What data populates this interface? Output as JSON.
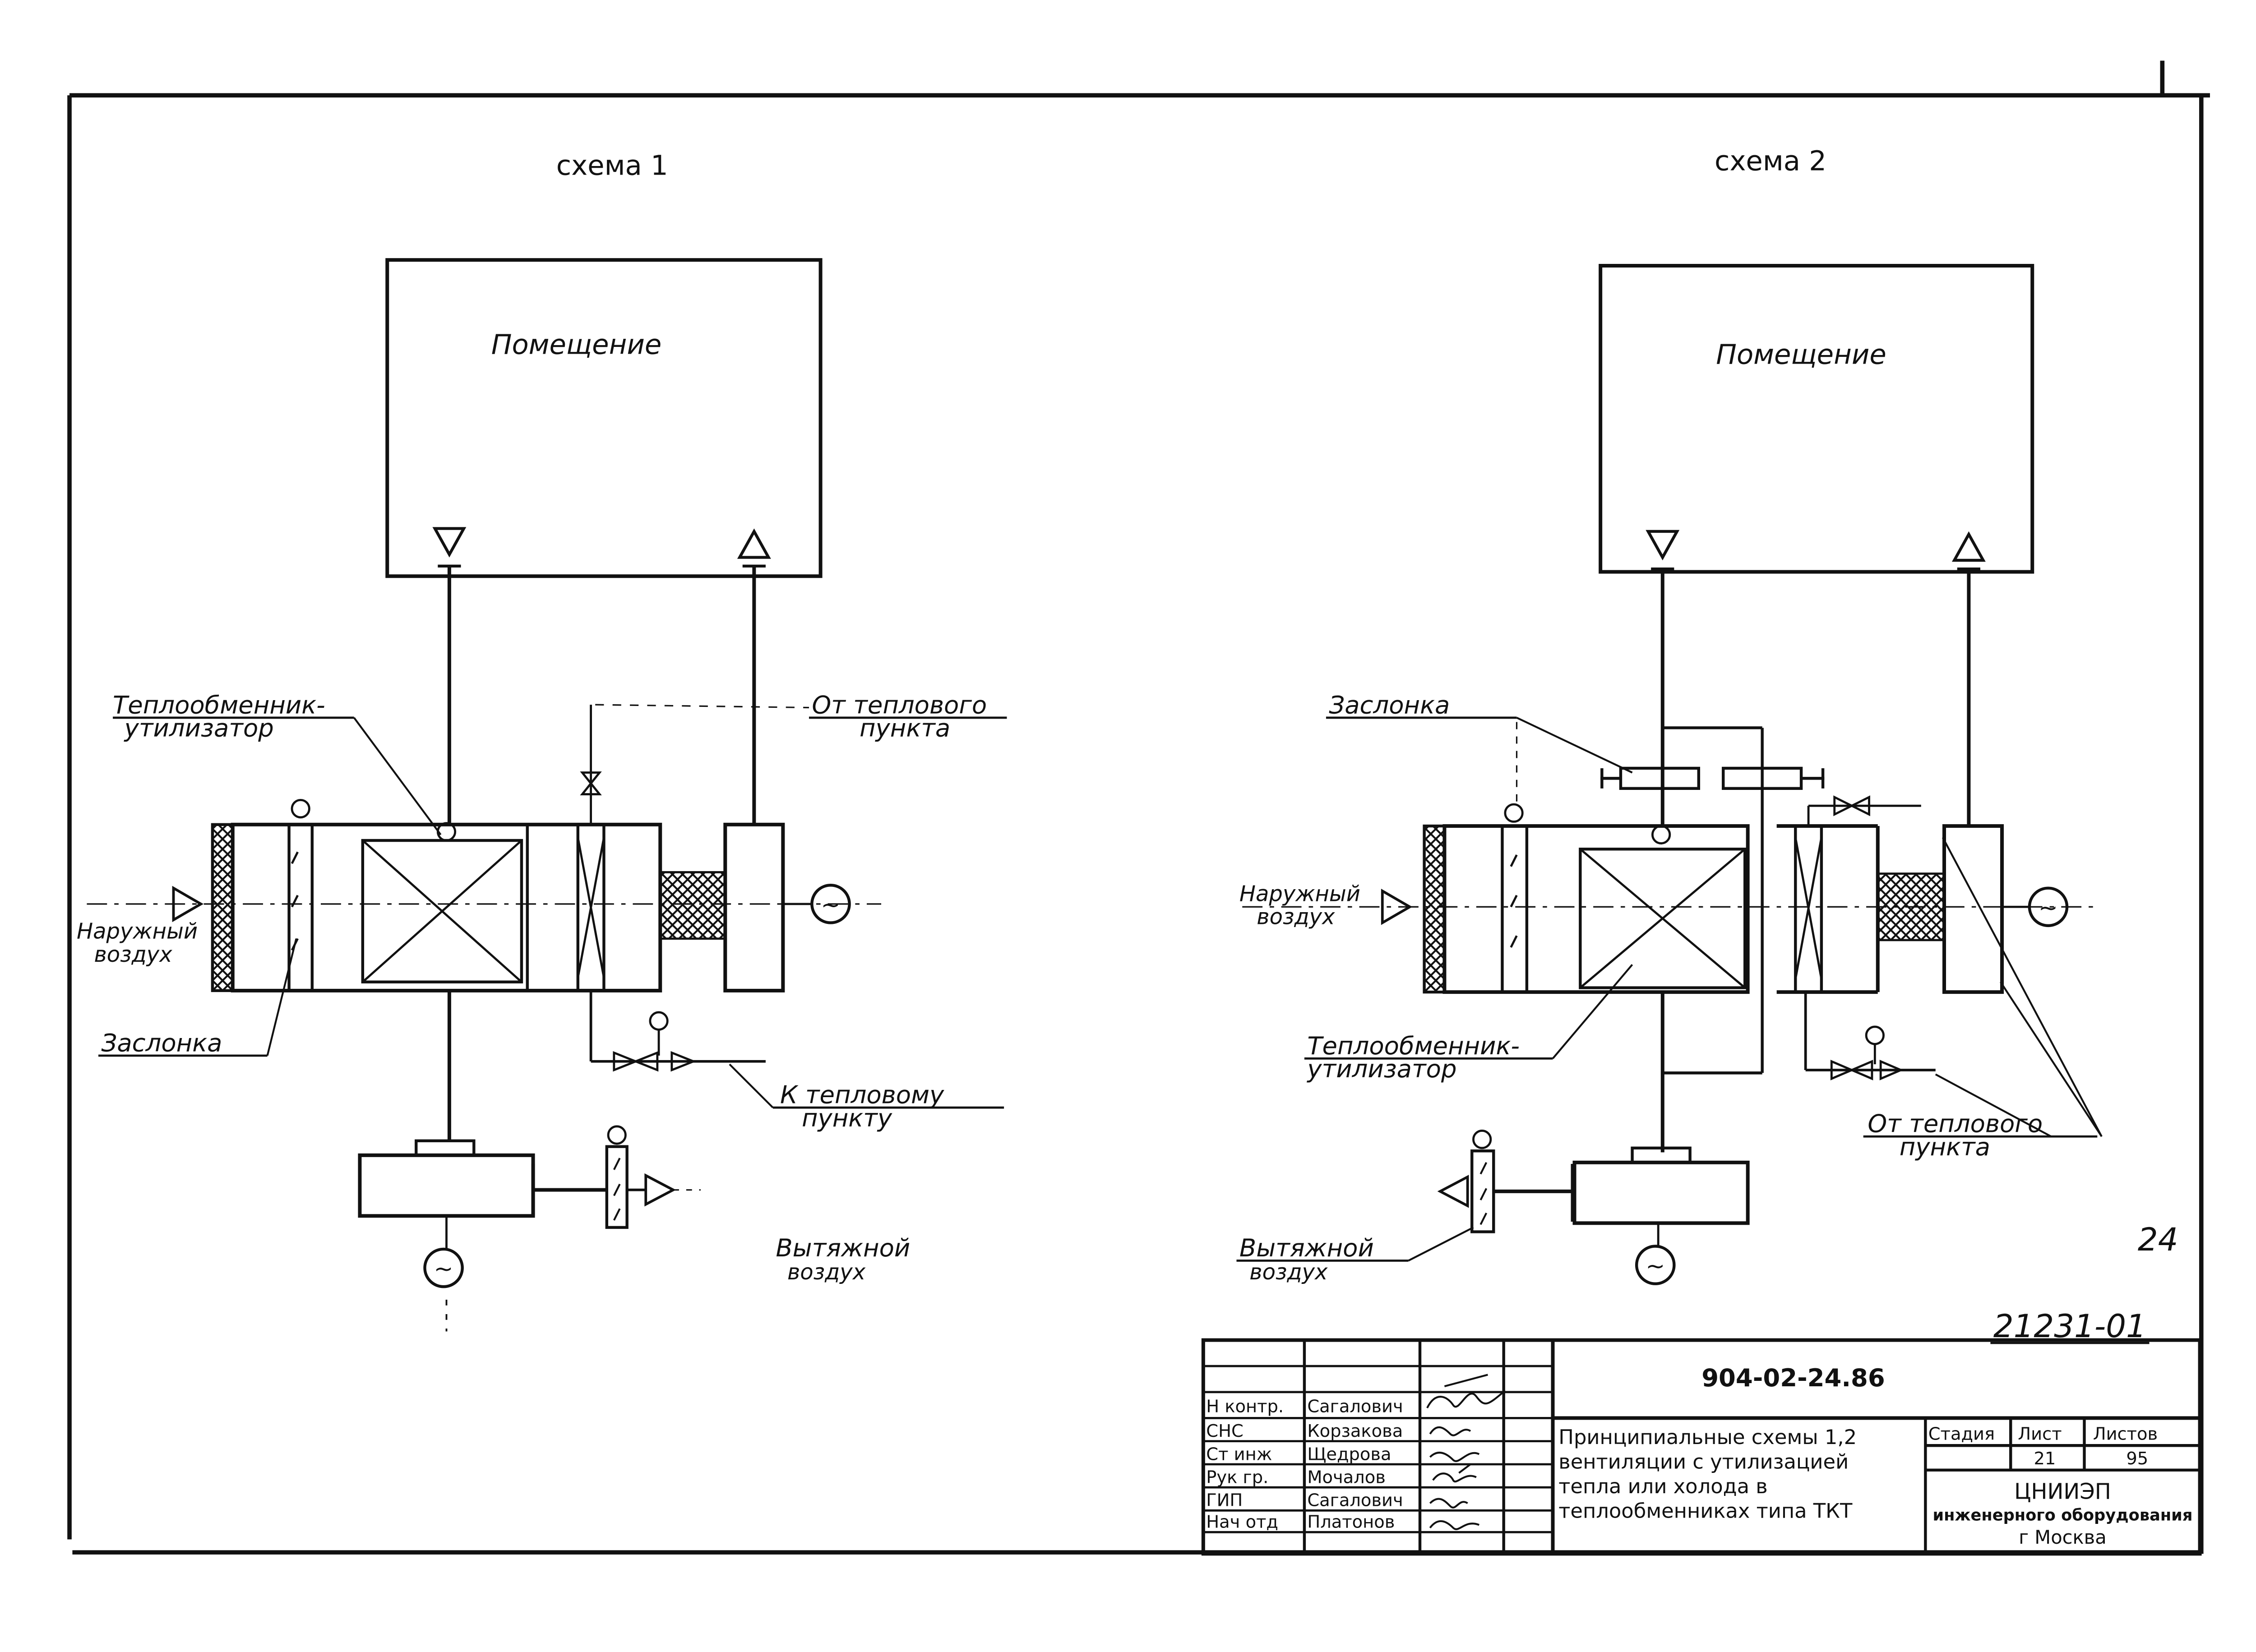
{
  "scheme1": {
    "title": "схема 1",
    "room": "Помещение",
    "heat_exchanger": [
      "Теплообменник-",
      "утилизатор"
    ],
    "from_heat_point": [
      "От теплового",
      "пункта"
    ],
    "outdoor_air": [
      "Наружный",
      "воздух"
    ],
    "damper": "Заслонка",
    "to_heat_point": [
      "К тепловому",
      "пункту"
    ],
    "exhaust_air": [
      "Вытяжной",
      "воздух"
    ]
  },
  "scheme2": {
    "title": "схема 2",
    "room": "Помещение",
    "damper": "Заслонка",
    "outdoor_air": [
      "Наружный",
      "воздух"
    ],
    "heat_exchanger": [
      "Теплообменник-",
      "утилизатор"
    ],
    "from_heat_point": [
      "От теплового",
      "пункта"
    ],
    "exhaust_air": [
      "Вытяжной",
      "воздух"
    ]
  },
  "sheet_number": "24",
  "inventory_number": "21231-01",
  "title_block": {
    "code": "904-02-24.86",
    "description": [
      "Принципиальные схемы 1,2",
      "вентиляции с утилизацией",
      "тепла или холода в",
      "теплообменниках типа ТКТ"
    ],
    "header_labels": [
      "Стадия",
      "Лист",
      "Листов"
    ],
    "header_values": [
      "",
      "21",
      "95"
    ],
    "org": [
      "ЦНИИЭП",
      "инженерного оборудования",
      "г Москва"
    ],
    "roles": [
      "Н контр.",
      "СНС",
      "Ст инж",
      "Рук гр.",
      "ГИП",
      "Нач отд"
    ],
    "names": [
      "Сагалович",
      "Корзакова",
      "Щедрова",
      "Мочалов",
      "Сагалович",
      "Платонов"
    ]
  }
}
